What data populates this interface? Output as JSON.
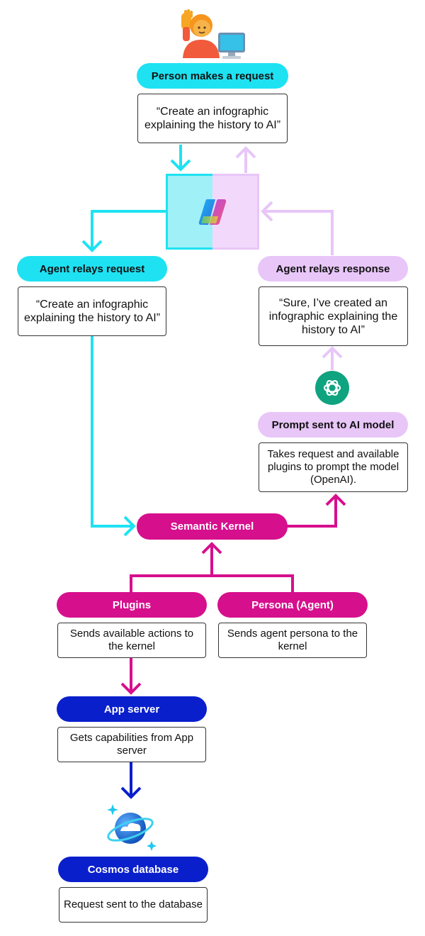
{
  "colors": {
    "cyan": "#1ee2f2",
    "lavender": "#e8c6f8",
    "magenta": "#d60f8d",
    "navy": "#0a1fcc"
  },
  "icons": {
    "person": "person-at-computer-icon",
    "copilot": "copilot-logo-icon",
    "openai": "openai-logo-icon",
    "cosmos": "cosmos-db-icon"
  },
  "person": {
    "label": "Person makes a request",
    "text": "“Create an infographic explaining the history to AI”"
  },
  "agent_request": {
    "label": "Agent relays request",
    "text": "“Create an infographic explaining the history to AI”"
  },
  "agent_response": {
    "label": "Agent relays response",
    "text": "“Sure, I’ve created an infographic explaining the history to AI”"
  },
  "prompt": {
    "label": "Prompt sent to AI model",
    "text": "Takes request and available plugins to prompt the model (OpenAI)."
  },
  "kernel": {
    "label": "Semantic Kernel"
  },
  "plugins": {
    "label": "Plugins",
    "text": "Sends available actions to the kernel"
  },
  "persona": {
    "label": "Persona (Agent)",
    "text": "Sends agent persona to the kernel"
  },
  "app_server": {
    "label": "App server",
    "text": "Gets capabilities from App server"
  },
  "cosmos": {
    "label": "Cosmos database",
    "text": "Request sent to the database"
  }
}
